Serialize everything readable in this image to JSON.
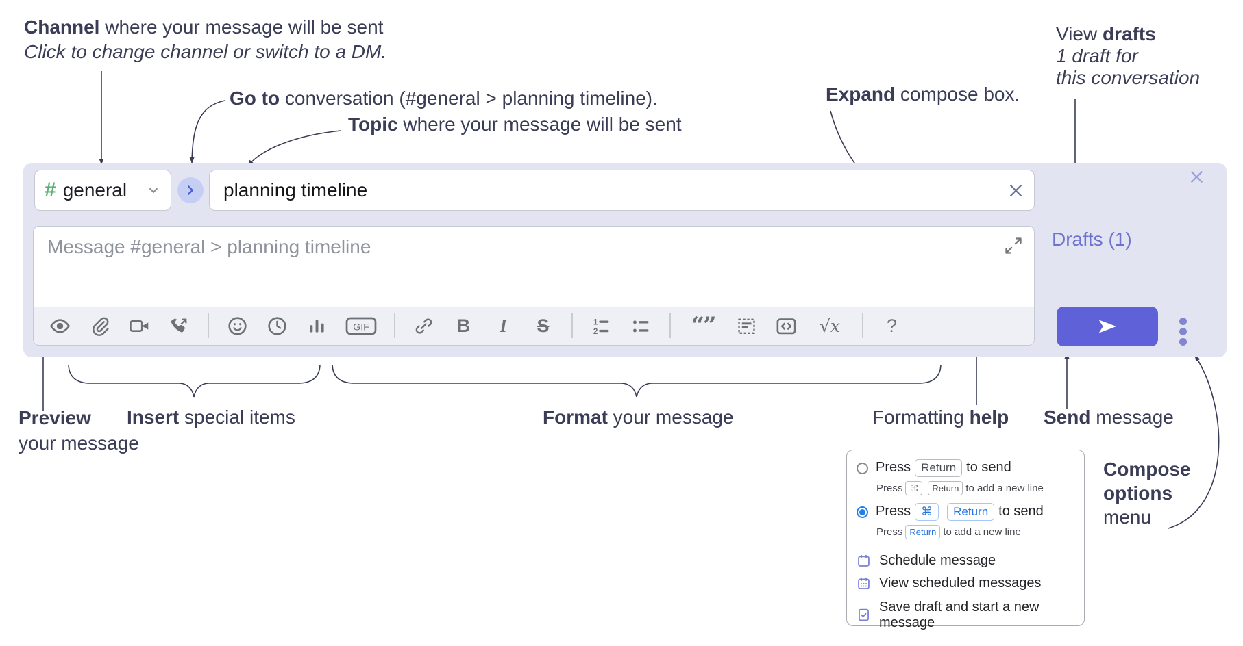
{
  "annotations": {
    "channel": {
      "bold": "Channel",
      "rest": " where your message will be sent",
      "sub": "Click to change channel or switch to a DM."
    },
    "goto": {
      "bold": "Go to",
      "rest": " conversation (#general > planning timeline)."
    },
    "topic": {
      "bold": "Topic",
      "rest": " where your message will be sent"
    },
    "expand": {
      "bold": "Expand",
      "rest": " compose box."
    },
    "view_drafts": {
      "pre": "View ",
      "bold": "drafts",
      "line2": "1 draft for",
      "line3": "this conversation"
    },
    "preview": {
      "bold": "Preview",
      "line2": "your message"
    },
    "insert": {
      "bold": "Insert",
      "rest": " special items"
    },
    "format": {
      "bold": "Format",
      "rest": " your message"
    },
    "formatting_help": {
      "pre": "Formatting ",
      "bold": "help"
    },
    "send": {
      "bold": "Send",
      "rest": " message"
    },
    "compose_options": {
      "bold1": "Compose",
      "bold2": "options",
      "line3": "menu"
    }
  },
  "compose": {
    "channel": {
      "hash": "#",
      "name": "general"
    },
    "topic_input": {
      "value": "planning timeline"
    },
    "message_input": {
      "placeholder": "Message #general > planning timeline"
    },
    "drafts_link": "Drafts (1)",
    "toolbar": {
      "icons": [
        "preview-icon",
        "attach-icon",
        "video-call-icon",
        "voice-call-icon",
        "emoji-icon",
        "time-icon",
        "poll-icon",
        "gif-icon",
        "link-icon",
        "bold-icon",
        "italic-icon",
        "strikethrough-icon",
        "numbered-list-icon",
        "bulleted-list-icon",
        "quote-icon",
        "spoiler-icon",
        "code-icon",
        "math-icon",
        "help-icon"
      ],
      "gif": "GIF",
      "bold": "B",
      "italic": "I",
      "strike": "S",
      "quote": "“”",
      "math": "√x",
      "help": "?"
    }
  },
  "popup": {
    "options": [
      {
        "pre": "Press",
        "keys": [
          "Return"
        ],
        "post": "to send",
        "sub_pre": "Press",
        "sub_keys": [
          "⌘",
          "Return"
        ],
        "sub_post": "to add a new line",
        "selected": false
      },
      {
        "pre": "Press",
        "keys": [
          "⌘",
          "Return"
        ],
        "post": "to send",
        "sub_pre": "Press",
        "sub_keys": [
          "Return"
        ],
        "sub_post": "to add a new line",
        "selected": true
      }
    ],
    "items": [
      {
        "icon": "schedule-calendar-icon",
        "label": "Schedule message"
      },
      {
        "icon": "scheduled-messages-icon",
        "label": "View scheduled messages"
      },
      {
        "icon": "save-draft-icon",
        "label": "Save draft and start a new message"
      }
    ]
  },
  "colors": {
    "accent_send": "#5f61d8",
    "drafts_link": "#6d72ce",
    "radio_blue": "#2180e8",
    "kbd_blue": "#2474e4",
    "menu_icon_purple": "#7a7fd6",
    "hash_green": "#5cb176",
    "compose_bg": "#e2e4f2",
    "annotation_text": "#3a3d55"
  }
}
